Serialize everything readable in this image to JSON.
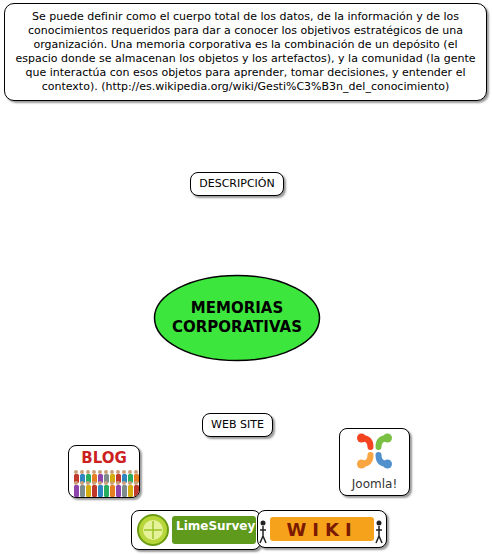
{
  "diagram": {
    "nodes": [
      {
        "text": [
          "Se puede definir como el cuerpo total de los datos, de la información y de los conocimientos requeridos para dar a conocer los objetivos estratégicos de una organización. Una memoria corporativa es la combinación de un depósito (el espacio donde se almacenan los objetos y los artefactos), y la comunidad (la gente que interactúa con esos objetos para aprender, tomar decisiones, y entender el contexto). (http://es.wikipedia.org/wiki/Gesti%C3%B3n_del_conocimiento)"
        ]
      },
      {
        "text": [
          "DESCRIPCIÓN"
        ]
      },
      {
        "text": [
          "MEMORIAS CORPORATIVAS"
        ]
      },
      {
        "text": [
          "WEB SITE"
        ]
      },
      {
        "text": [
          "BLOG"
        ]
      },
      {
        "text": [
          "Joomla!"
        ]
      },
      {
        "text": [
          "LimeSurvey"
        ]
      },
      {
        "text": [
          "WIKI"
        ]
      }
    ],
    "edges": [
      {
        "from": 2,
        "to": 1,
        "arrow": "to"
      },
      {
        "from": 1,
        "to": 0,
        "arrow": "to"
      },
      {
        "from": 2,
        "to": 3,
        "arrow": "none"
      },
      {
        "from": 3,
        "to": 4,
        "arrow": "to"
      },
      {
        "from": 3,
        "to": 5,
        "arrow": "to"
      },
      {
        "from": 3,
        "to": 6,
        "arrow": "to"
      },
      {
        "from": 3,
        "to": 7,
        "arrow": "to"
      }
    ]
  }
}
